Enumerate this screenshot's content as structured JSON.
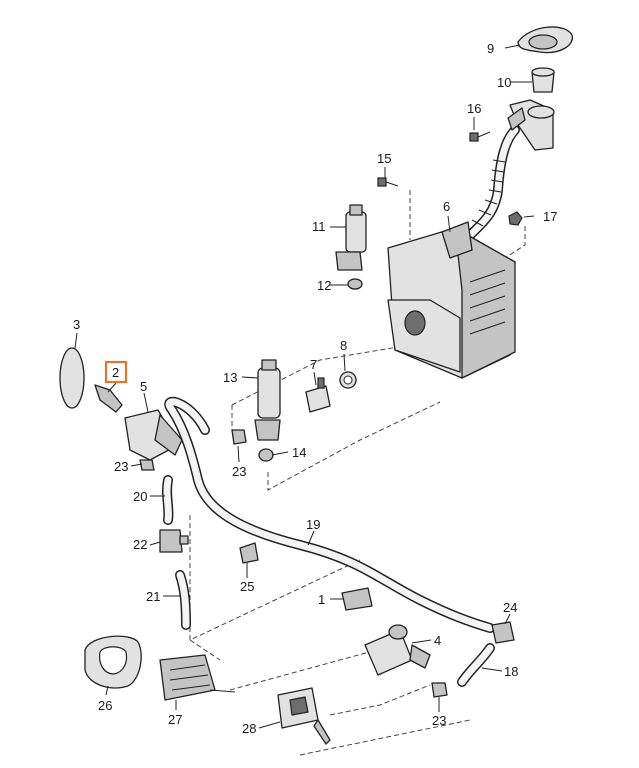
{
  "diagram": {
    "labels": {
      "p1": "1",
      "p2": "2",
      "p3": "3",
      "p4": "4",
      "p5": "5",
      "p6": "6",
      "p7": "7",
      "p8": "8",
      "p9": "9",
      "p10": "10",
      "p11": "11",
      "p12": "12",
      "p13": "13",
      "p14": "14",
      "p15": "15",
      "p16": "16",
      "p17": "17",
      "p18": "18",
      "p19": "19",
      "p20": "20",
      "p21": "21",
      "p22": "22",
      "p23a": "23",
      "p23b": "23",
      "p23c": "23",
      "p24": "24",
      "p25": "25",
      "p26": "26",
      "p27": "27",
      "p28": "28"
    },
    "highlight_color": "#e8742a"
  }
}
